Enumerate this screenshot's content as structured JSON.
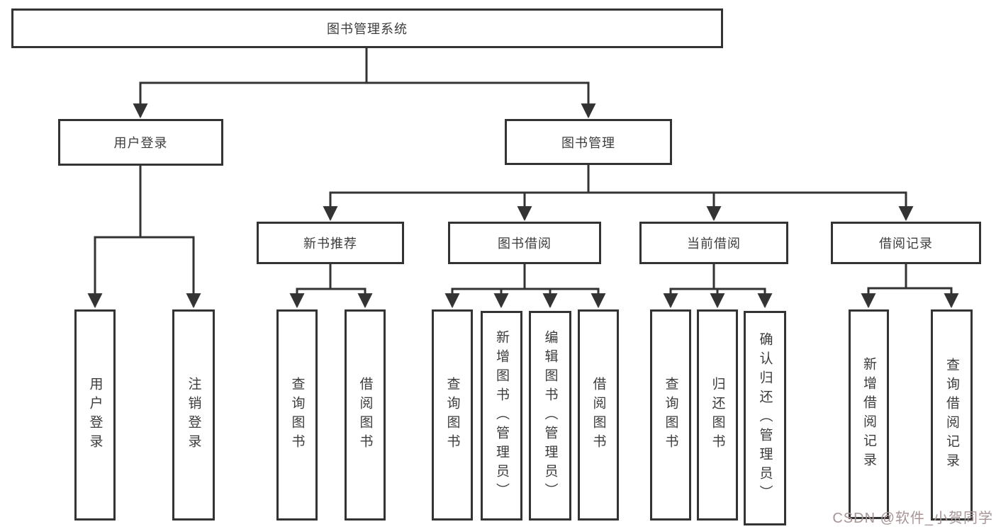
{
  "diagram_title": "图书管理系统",
  "nodes": {
    "root": "图书管理系统",
    "user_login": "用户登录",
    "book_management": "图书管理",
    "new_book_recommend": "新书推荐",
    "book_borrow": "图书借阅",
    "current_borrow": "当前借阅",
    "borrow_records": "借阅记录",
    "ul_user_login": "用户登录",
    "ul_logout": "注销登录",
    "nb_query_books": "查询图书",
    "nb_borrow_books": "借阅图书",
    "bb_query_books": "查询图书",
    "bb_add_books": "新增图书（管理员）",
    "bb_edit_books": "编辑图书（管理员）",
    "bb_borrow_books": "借阅图书",
    "cb_query_books": "查询图书",
    "cb_return_books": "归还图书",
    "cb_confirm_return": "确认归还（管理员）",
    "br_add_record": "新增借阅记录",
    "br_query_record": "查询借阅记录"
  },
  "watermark": {
    "text": "CSDN @软件_小贺同学",
    "color": "#a79595"
  },
  "colors": {
    "line": "#333333",
    "box_border": "#333333",
    "box_fill": "#ffffff",
    "text": "#3c3c3c",
    "background": "#ffffff"
  }
}
